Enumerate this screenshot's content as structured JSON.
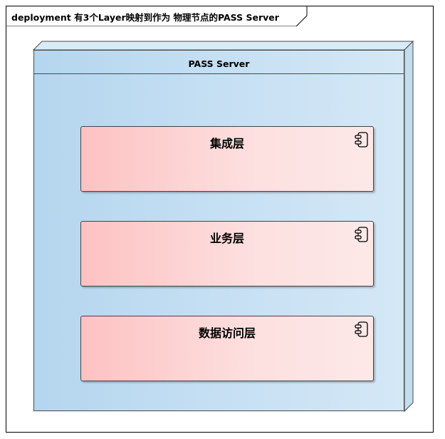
{
  "frame": {
    "title": "deployment 有3个Layer映射到作为 物理节点的PASS Server"
  },
  "node": {
    "name": "PASS Server",
    "components": [
      {
        "label": "集成层",
        "icon": "component-icon"
      },
      {
        "label": "业务层",
        "icon": "component-icon"
      },
      {
        "label": "数据访问层",
        "icon": "component-icon"
      }
    ]
  }
}
